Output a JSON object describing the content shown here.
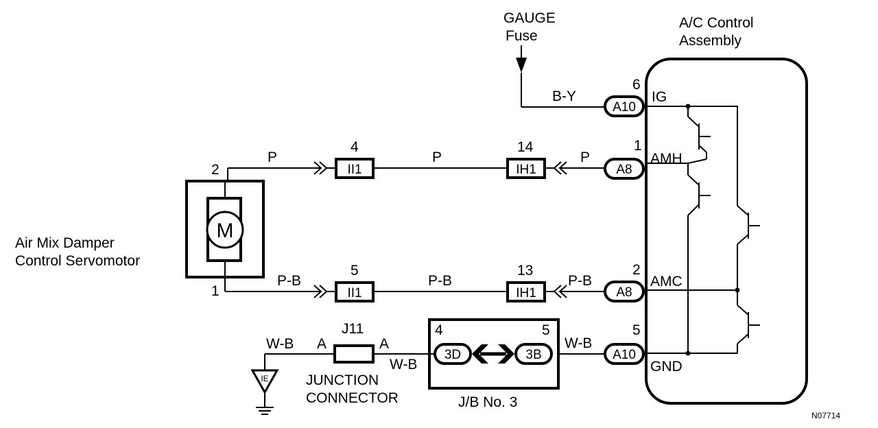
{
  "gauge_fuse": {
    "line1": "GAUGE",
    "line2": "Fuse"
  },
  "ac_control": {
    "line1": "A/C Control",
    "line2": "Assembly"
  },
  "servomotor": {
    "line1": "Air Mix Damper",
    "line2": "Control Servomotor",
    "motor_symbol": "M",
    "pin_top": "2",
    "pin_bottom": "1"
  },
  "wire_colors": {
    "by": "B-Y",
    "p": "P",
    "pb": "P-B",
    "wb": "W-B"
  },
  "connectors": {
    "a10_top": {
      "code": "A10",
      "pin": "6",
      "terminal": "IG"
    },
    "a8_top": {
      "code": "A8",
      "pin": "1",
      "terminal": "AMH"
    },
    "a8_bottom": {
      "code": "A8",
      "pin": "2",
      "terminal": "AMC"
    },
    "a10_bottom": {
      "code": "A10",
      "pin": "5",
      "terminal": "GND"
    },
    "ih1_top": {
      "code": "IH1",
      "pin": "14"
    },
    "ih1_bottom": {
      "code": "IH1",
      "pin": "13"
    },
    "ii1_top": {
      "code": "II1",
      "pin": "4"
    },
    "ii1_bottom": {
      "code": "II1",
      "pin": "5"
    }
  },
  "junction": {
    "code": "J11",
    "pin_left": "A",
    "pin_right": "A",
    "line1": "JUNCTION",
    "line2": "CONNECTOR"
  },
  "jb": {
    "label": "J/B No. 3",
    "left": "3D",
    "right": "3B",
    "pin_left": "4",
    "pin_right": "5"
  },
  "ground": {
    "code": "IE"
  },
  "figure_id": "N07714"
}
